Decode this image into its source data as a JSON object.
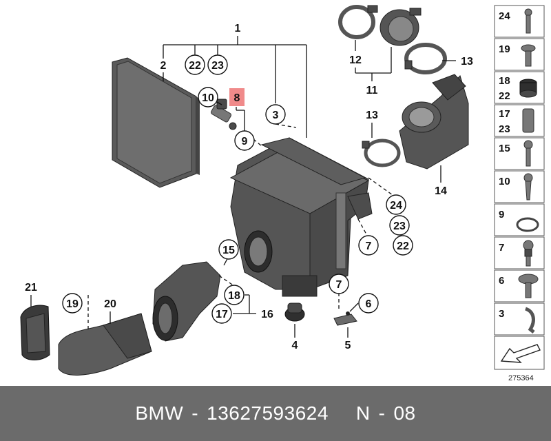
{
  "callouts": {
    "c1": "1",
    "c2": "2",
    "c3": "3",
    "c4": "4",
    "c5": "5",
    "c6": "6",
    "c7a": "7",
    "c7b": "7",
    "c8": "8",
    "c9": "9",
    "c10": "10",
    "c11": "11",
    "c12": "12",
    "c13a": "13",
    "c13b": "13",
    "c14": "14",
    "c15": "15",
    "c16": "16",
    "c17": "17",
    "c18": "18",
    "c19": "19",
    "c20": "20",
    "c21": "21",
    "c22a": "22",
    "c22b": "22",
    "c23a": "23",
    "c23b": "23",
    "c24": "24"
  },
  "legend": [
    "24",
    "19",
    "18",
    "22",
    "17",
    "23",
    "15",
    "10",
    "9",
    "7",
    "6",
    "3"
  ],
  "diagram_ref": "275364",
  "footer": {
    "brand": "BMW",
    "sep1": "-",
    "part_number": "13627593624",
    "pos": "N",
    "sep2": "-",
    "pos_num": "08"
  },
  "colors": {
    "highlight": "#f08a8a",
    "footer_bg": "#6b6b6b",
    "footer_text": "#ffffff"
  }
}
